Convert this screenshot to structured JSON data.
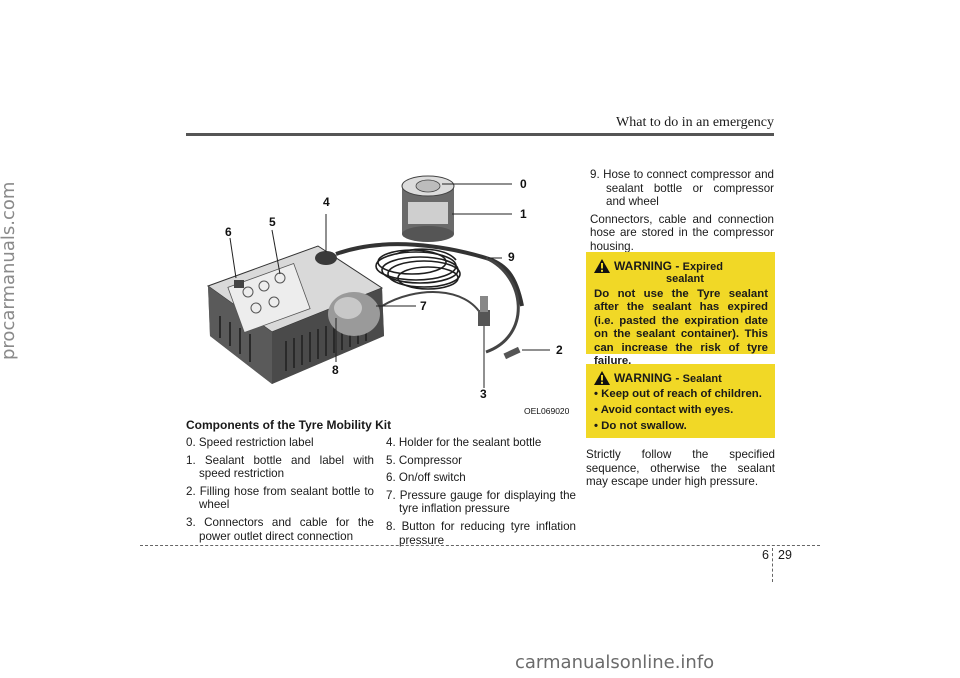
{
  "watermarks": {
    "side": "procarmanuals.com",
    "footer": "carmanualsonline.info"
  },
  "header": {
    "section_title": "What to do in an emergency"
  },
  "figure": {
    "code": "OEL069020",
    "caption": "Components of the Tyre Mobility Kit",
    "callouts": [
      "0",
      "1",
      "9",
      "4",
      "5",
      "6",
      "7",
      "8",
      "3",
      "2"
    ]
  },
  "components_col1": [
    "0. Speed restriction label",
    "1. Sealant bottle and label with speed restriction",
    "2. Filling hose from sealant bottle to wheel",
    "3. Connectors and cable for the power outlet direct connection"
  ],
  "components_col2": [
    "4. Holder for the sealant bottle",
    "5. Compressor",
    "6. On/off switch",
    "7. Pressure gauge for displaying the tyre inflation pressure",
    "8. Button for reducing tyre inflation pressure"
  ],
  "col3": {
    "item9": "9. Hose to connect compressor and sealant bottle or compressor and wheel",
    "storage_note": "Connectors, cable and connection hose are stored in the compressor housing.",
    "sequence_note": "Strictly follow the specified sequence, otherwise the sealant may escape under high pressure."
  },
  "warning1": {
    "label": "WARNING -",
    "topic_line1": "Expired",
    "topic_line2": "sealant",
    "body": "Do not use the Tyre sealant after the sealant has expired (i.e. pasted the expiration date on the sealant container). This can increase the risk of tyre failure."
  },
  "warning2": {
    "label": "WARNING -",
    "topic": "Sealant",
    "bullets": [
      "Keep out of reach of children.",
      "Avoid contact with eyes.",
      "Do not swallow."
    ]
  },
  "footer": {
    "chapter": "6",
    "page": "29"
  },
  "colors": {
    "warning_bg": "#f1d826",
    "rule": "#555555"
  }
}
